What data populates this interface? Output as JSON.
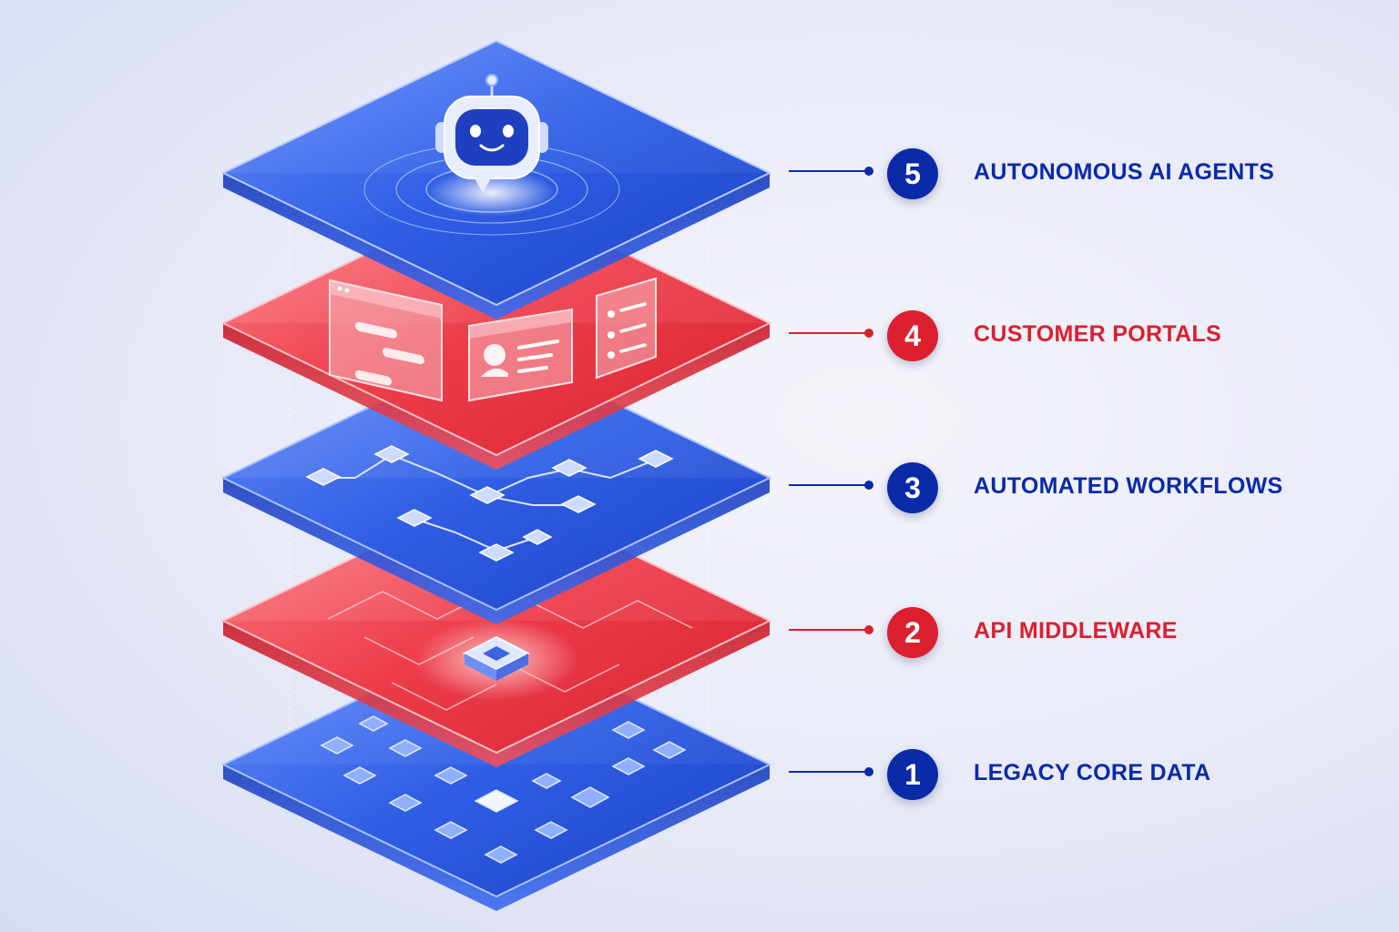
{
  "colors": {
    "blue": "#0a2aa8",
    "red": "#dc1f2e",
    "blue_layer": "#2f5fe0",
    "red_layer": "#ea3b48"
  },
  "layers": [
    {
      "number": "5",
      "label": "AUTONOMOUS AI AGENTS",
      "color": "blue",
      "icon": "robot-chat-icon"
    },
    {
      "number": "4",
      "label": "CUSTOMER PORTALS",
      "color": "red",
      "icon": "portal-window-icons"
    },
    {
      "number": "3",
      "label": "AUTOMATED WORKFLOWS",
      "color": "blue",
      "icon": "workflow-node-icons"
    },
    {
      "number": "2",
      "label": "API MIDDLEWARE",
      "color": "red",
      "icon": "circuit-chip-icon"
    },
    {
      "number": "1",
      "label": "LEGACY CORE DATA",
      "color": "blue",
      "icon": "data-block-icons"
    }
  ]
}
